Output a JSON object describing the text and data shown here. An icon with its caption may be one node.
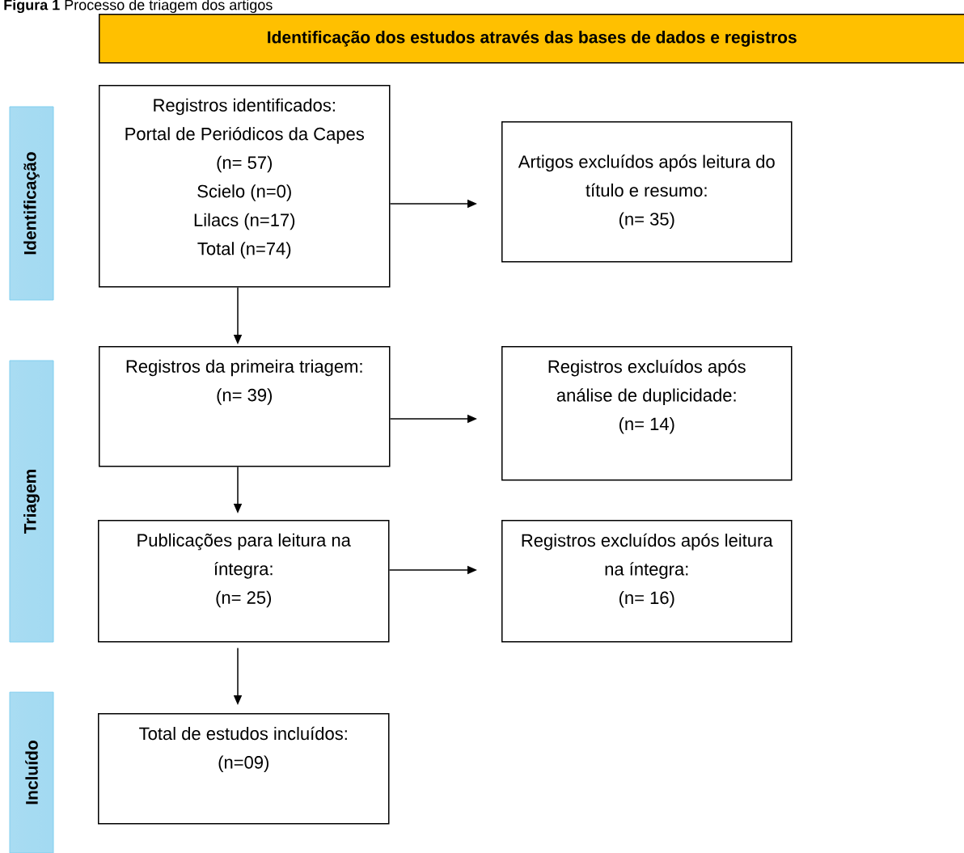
{
  "diagram": {
    "title": "**Figura 1** Processo de triagem dos artigos",
    "nodes": [
      {
        "text": [
          "Identificação dos estudos através das bases de dados e registros"
        ]
      },
      {
        "text": [
          "Identificação"
        ]
      },
      {
        "text": [
          "Registros identificados:",
          "Portal de Periódicos da Capes (n= 57)",
          "Scielo (n=0)",
          "Lilacs (n=17)",
          "Total (n=74)"
        ]
      },
      {
        "text": [
          "Artigos excluídos após leitura do título e resumo:",
          "(n= 35)"
        ]
      },
      {
        "text": [
          "Triagem"
        ]
      },
      {
        "text": [
          "Registros da primeira triagem:",
          "(n= 39)"
        ]
      },
      {
        "text": [
          "Registros excluídos após análise de duplicidade:",
          "(n= 14)"
        ]
      },
      {
        "text": [
          "Publicações para leitura na íntegra:",
          "(n= 25)"
        ]
      },
      {
        "text": [
          "Registros excluídos após leitura na íntegra:",
          "(n= 16)"
        ]
      },
      {
        "text": [
          "Incluído"
        ]
      },
      {
        "text": [
          "Total de estudos incluídos:",
          "(n=09)"
        ]
      }
    ],
    "edges": [
      {
        "from": 2,
        "to": 3,
        "arrow": "to"
      },
      {
        "from": 2,
        "to": 5,
        "arrow": "to"
      },
      {
        "from": 5,
        "to": 6,
        "arrow": "to"
      },
      {
        "from": 5,
        "to": 7,
        "arrow": "to"
      },
      {
        "from": 7,
        "to": 8,
        "arrow": "to"
      },
      {
        "from": 7,
        "to": 10,
        "arrow": "to"
      }
    ]
  }
}
